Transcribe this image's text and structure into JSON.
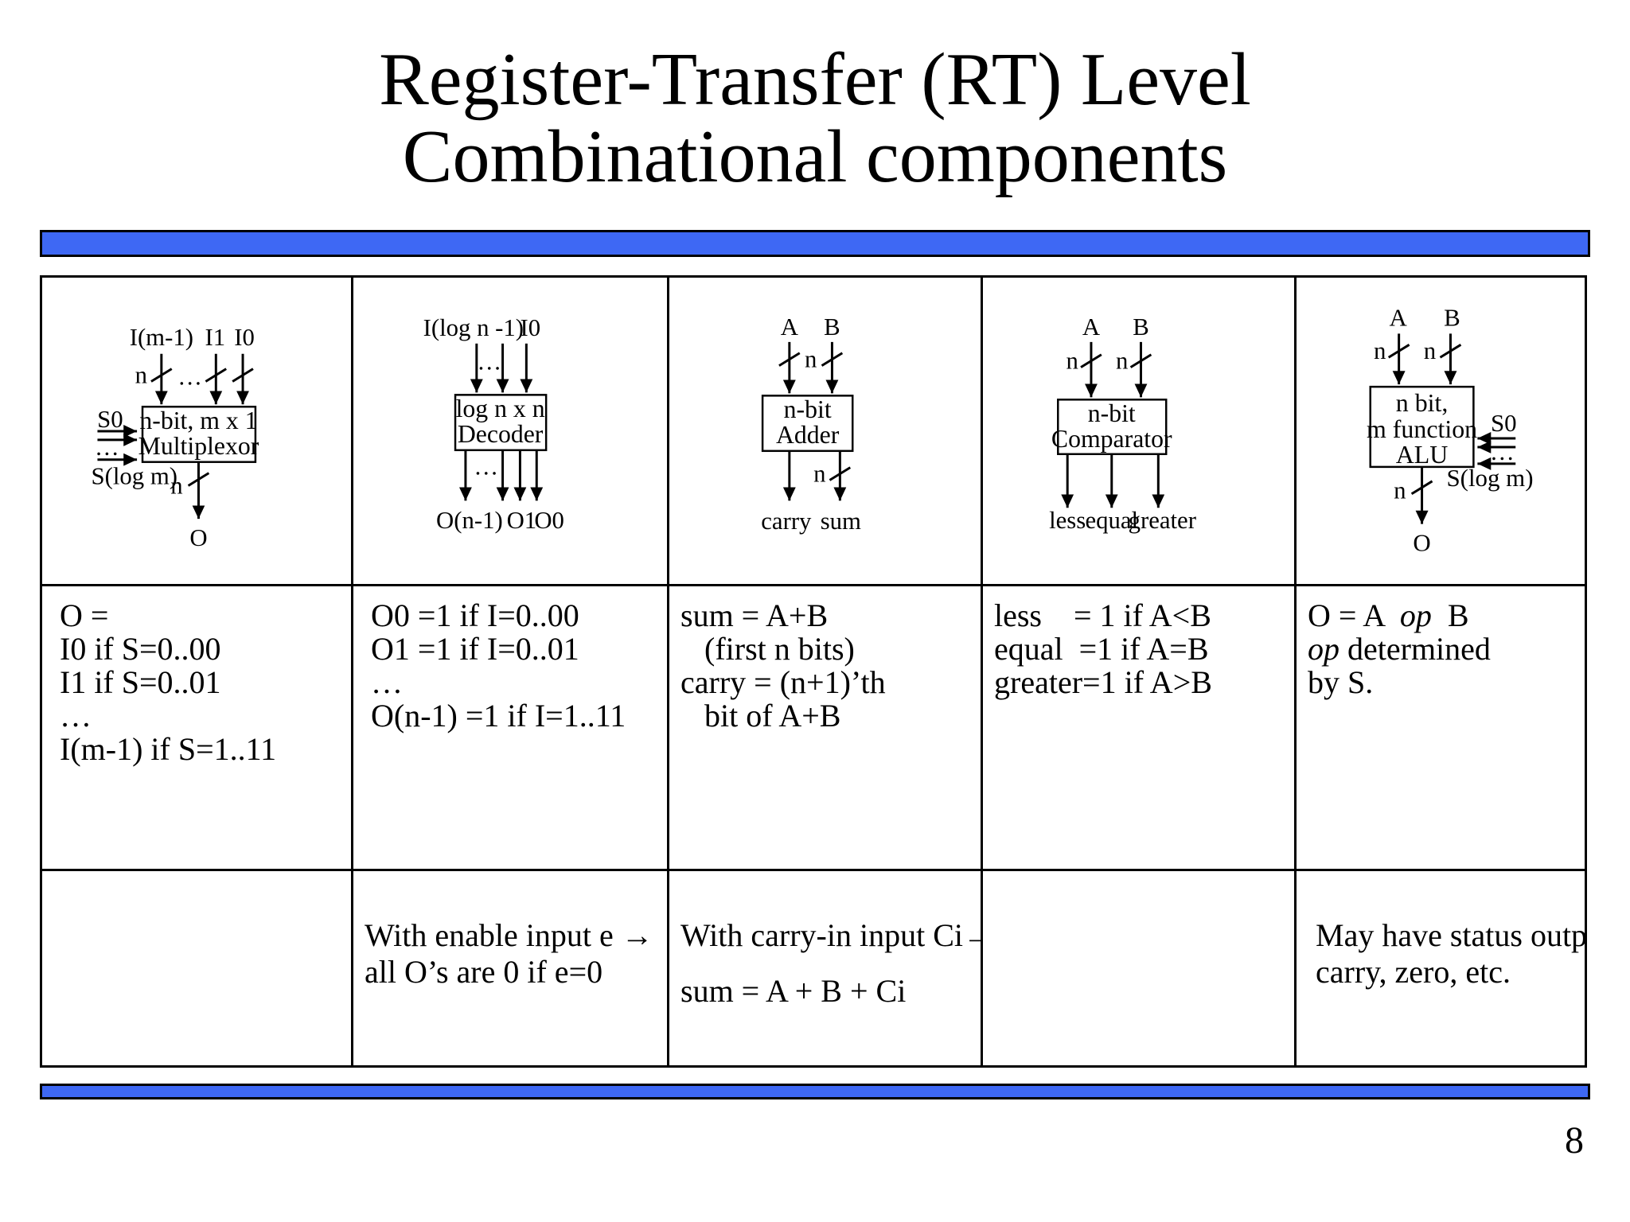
{
  "slide": {
    "title_line1": "Register-Transfer (RT) Level",
    "title_line2": "Combinational components",
    "page_number": "8",
    "accent_color": "#3e68f4"
  },
  "mux": {
    "in_label_left": "I(m-1)",
    "in_label_mid": "I1",
    "in_label_right": "I0",
    "bus_n": "n",
    "dots_top": "…",
    "sel_top": "S0",
    "sel_dots": "…",
    "sel_bottom": "S(log m)",
    "box_line1": "n-bit, m x 1",
    "box_line2": "Multiplexor",
    "out_bus": "n",
    "out_label": "O",
    "func": "O =\nI0 if S=0..00\nI1 if S=0..01\n…\nI(m-1) if S=1..11"
  },
  "decoder": {
    "in_label_left": "I(log n -1)",
    "in_label_right": "I0",
    "dots_top": "…",
    "box_line1": "log n x n",
    "box_line2": "Decoder",
    "dots_bottom": "…",
    "out_label_left": "O(n-1)",
    "out_label_mid": "O1",
    "out_label_right": "O0",
    "func": "O0 =1 if I=0..00\nO1 =1 if I=0..01\n…\nO(n-1) =1 if I=1..11",
    "note": "With enable input e →\nall O’s are 0 if e=0"
  },
  "adder": {
    "in_a": "A",
    "in_b": "B",
    "bus_n": "n",
    "box_line1": "n-bit",
    "box_line2": "Adder",
    "out_bus": "n",
    "out_carry": "carry",
    "out_sum": "sum",
    "func": "sum = A+B\n   (first n bits)\ncarry = (n+1)’th\n   bit of A+B",
    "note_line1": "With carry-in input Ci→",
    "note_line2": "sum = A + B + Ci"
  },
  "comparator": {
    "in_a": "A",
    "in_b": "B",
    "bus_n_a": "n",
    "bus_n_b": "n",
    "box_line1": "n-bit",
    "box_line2": "Comparator",
    "out_less": "less",
    "out_equal": "equal",
    "out_greater": "greater",
    "func": "less    = 1 if A<B\nequal  =1 if A=B\ngreater=1 if A>B"
  },
  "alu": {
    "in_a": "A",
    "in_b": "B",
    "bus_n_a": "n",
    "bus_n_b": "n",
    "box_line1": "n bit,",
    "box_line2": "m function",
    "box_line3": "ALU",
    "sel_top": "S0",
    "sel_dots": "…",
    "sel_bottom": "S(log m)",
    "out_bus": "n",
    "out_label": "O",
    "func_l1a": "O = A  ",
    "func_l1b": "op",
    "func_l1c": "  B",
    "func_l2a": "op",
    "func_l2b": " determined",
    "func_l3": "by S.",
    "note": "May have status outputs\ncarry, zero, etc."
  }
}
